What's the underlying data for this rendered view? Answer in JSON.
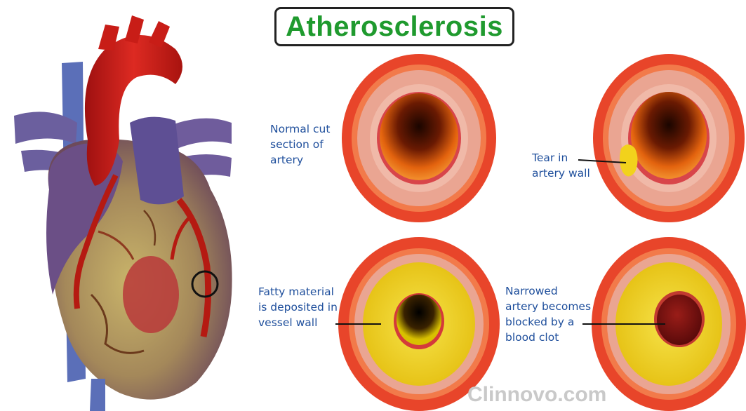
{
  "title": "Atherosclerosis",
  "labels": {
    "normal": [
      "Normal cut",
      "section of",
      "artery"
    ],
    "tear": [
      "Tear in",
      "artery wall"
    ],
    "fatty": [
      "Fatty material",
      "is deposited in",
      "vessel wall"
    ],
    "blocked": [
      "Narrowed",
      "artery becomes",
      "blocked by a",
      "blood clot"
    ]
  },
  "watermark": "Clinnovo.com",
  "colors": {
    "title_green": "#1f9a2e",
    "label_blue": "#1f4f9c",
    "artery_outer": "#e8452a",
    "artery_wall": "#eaa592",
    "plaque_yellow": "#f0d020",
    "clot": "#7a1414"
  }
}
